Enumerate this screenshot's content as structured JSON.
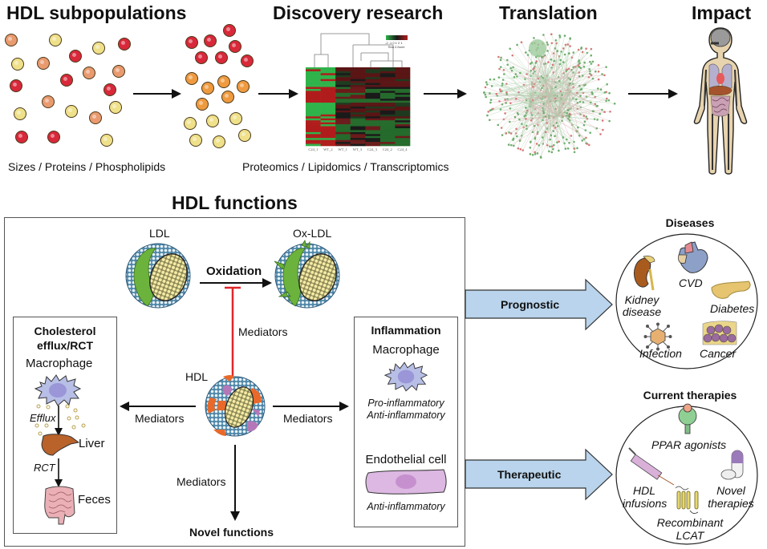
{
  "top_row": {
    "panels": [
      {
        "title": "HDL subpopulations",
        "caption": "Sizes / Proteins / Phospholipids"
      },
      {
        "title": "Discovery research",
        "caption": "Proteomics / Lipidomics / Transcriptomics"
      },
      {
        "title": "Translation",
        "caption": ""
      },
      {
        "title": "Impact",
        "caption": ""
      }
    ],
    "heatmap": {
      "column_labels": [
        "C24_1",
        "WT_2",
        "WT_1",
        "WT_3",
        "C24_3",
        "C24_2",
        "C24_4"
      ],
      "color_scale_ticks": "-2 -1 0 1 2 1",
      "color_scale_label": "Row Z-Score",
      "colors": {
        "low": "#2fb34a",
        "mid": "#1a1a1a",
        "high": "#b01c1c"
      }
    },
    "particle_colors": {
      "red": "#d8283a",
      "orange": "#ef9a3f",
      "yellow": "#efe08a",
      "salmon": "#e99a6e"
    }
  },
  "hdl_functions": {
    "title": "HDL functions",
    "ldl_label": "LDL",
    "oxldl_label": "Ox-LDL",
    "oxidation_label": "Oxidation",
    "mediators_inhibit_label": "Mediators",
    "hdl_label": "HDL",
    "mediators_left_label": "Mediators",
    "mediators_right_label": "Mediators",
    "mediators_down_label": "Mediators",
    "novel_functions_label": "Novel functions",
    "cholesterol_box": {
      "title_line1": "Cholesterol",
      "title_line2": "efflux/RCT",
      "macrophage_label": "Macrophage",
      "efflux_label": "Efflux",
      "liver_label": "Liver",
      "rct_label": "RCT",
      "feces_label": "Feces"
    },
    "inflammation_box": {
      "title": "Inflammation",
      "macrophage_label": "Macrophage",
      "macrophage_effect_1": "Pro-inflammatory",
      "macrophage_effect_2": "Anti-inflammatory",
      "endothelial_label": "Endothelial cell",
      "endothelial_effect": "Anti-inflammatory"
    },
    "inhibit_color": "#e0262a"
  },
  "outcomes": {
    "prognostic_label": "Prognostic",
    "therapeutic_label": "Therapeutic",
    "arrow_fill": "#b9d4ec",
    "diseases": {
      "title": "Diseases",
      "items": [
        "Kidney disease",
        "CVD",
        "Diabetes",
        "Infection",
        "Cancer"
      ],
      "kidney_line1": "Kidney",
      "kidney_line2": "disease"
    },
    "therapies": {
      "title": "Current therapies",
      "ppar": "PPAR agonists",
      "hdl_line1": "HDL",
      "hdl_line2": "infusions",
      "novel_line1": "Novel",
      "novel_line2": "therapies",
      "lcat_line1": "Recombinant",
      "lcat_line2": "LCAT"
    }
  }
}
